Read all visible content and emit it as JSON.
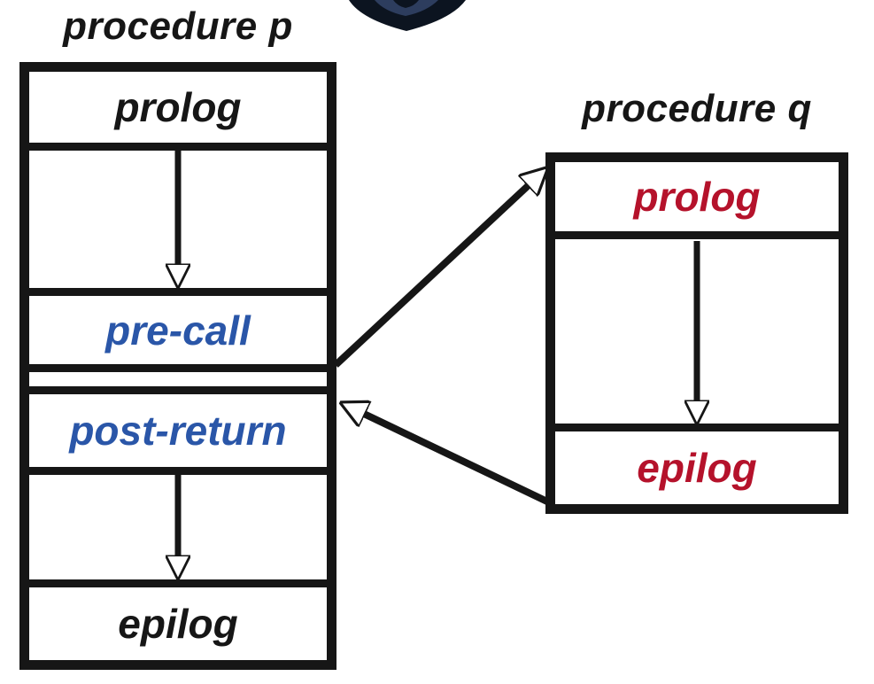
{
  "page": {
    "background": "#ffffff"
  },
  "logo": {
    "icon": "shield-logo-icon"
  },
  "colors": {
    "ink": "#161616",
    "blue_linkage": "#2a56a8",
    "red_linkage": "#b5122b",
    "shield_outer": "#0c1420",
    "shield_inner": "#2d3d5e"
  },
  "procedure_p": {
    "title": "procedure p",
    "rows": [
      {
        "id": "prolog",
        "label": "prolog",
        "color": "#161616"
      },
      {
        "id": "body-upper",
        "label": ""
      },
      {
        "id": "pre-call",
        "label": "pre-call",
        "color": "#2a56a8"
      },
      {
        "id": "call-gap",
        "label": ""
      },
      {
        "id": "post-return",
        "label": "post-return",
        "color": "#2a56a8"
      },
      {
        "id": "body-lower",
        "label": ""
      },
      {
        "id": "epilog",
        "label": "epilog",
        "color": "#161616"
      }
    ]
  },
  "procedure_q": {
    "title": "procedure q",
    "rows": [
      {
        "id": "prolog",
        "label": "prolog",
        "color": "#b5122b"
      },
      {
        "id": "body",
        "label": ""
      },
      {
        "id": "epilog",
        "label": "epilog",
        "color": "#b5122b"
      }
    ]
  },
  "arrows": [
    {
      "name": "p-upper-flow-arrow"
    },
    {
      "name": "p-lower-flow-arrow"
    },
    {
      "name": "q-body-flow-arrow"
    },
    {
      "name": "call-arrow"
    },
    {
      "name": "return-arrow"
    }
  ]
}
